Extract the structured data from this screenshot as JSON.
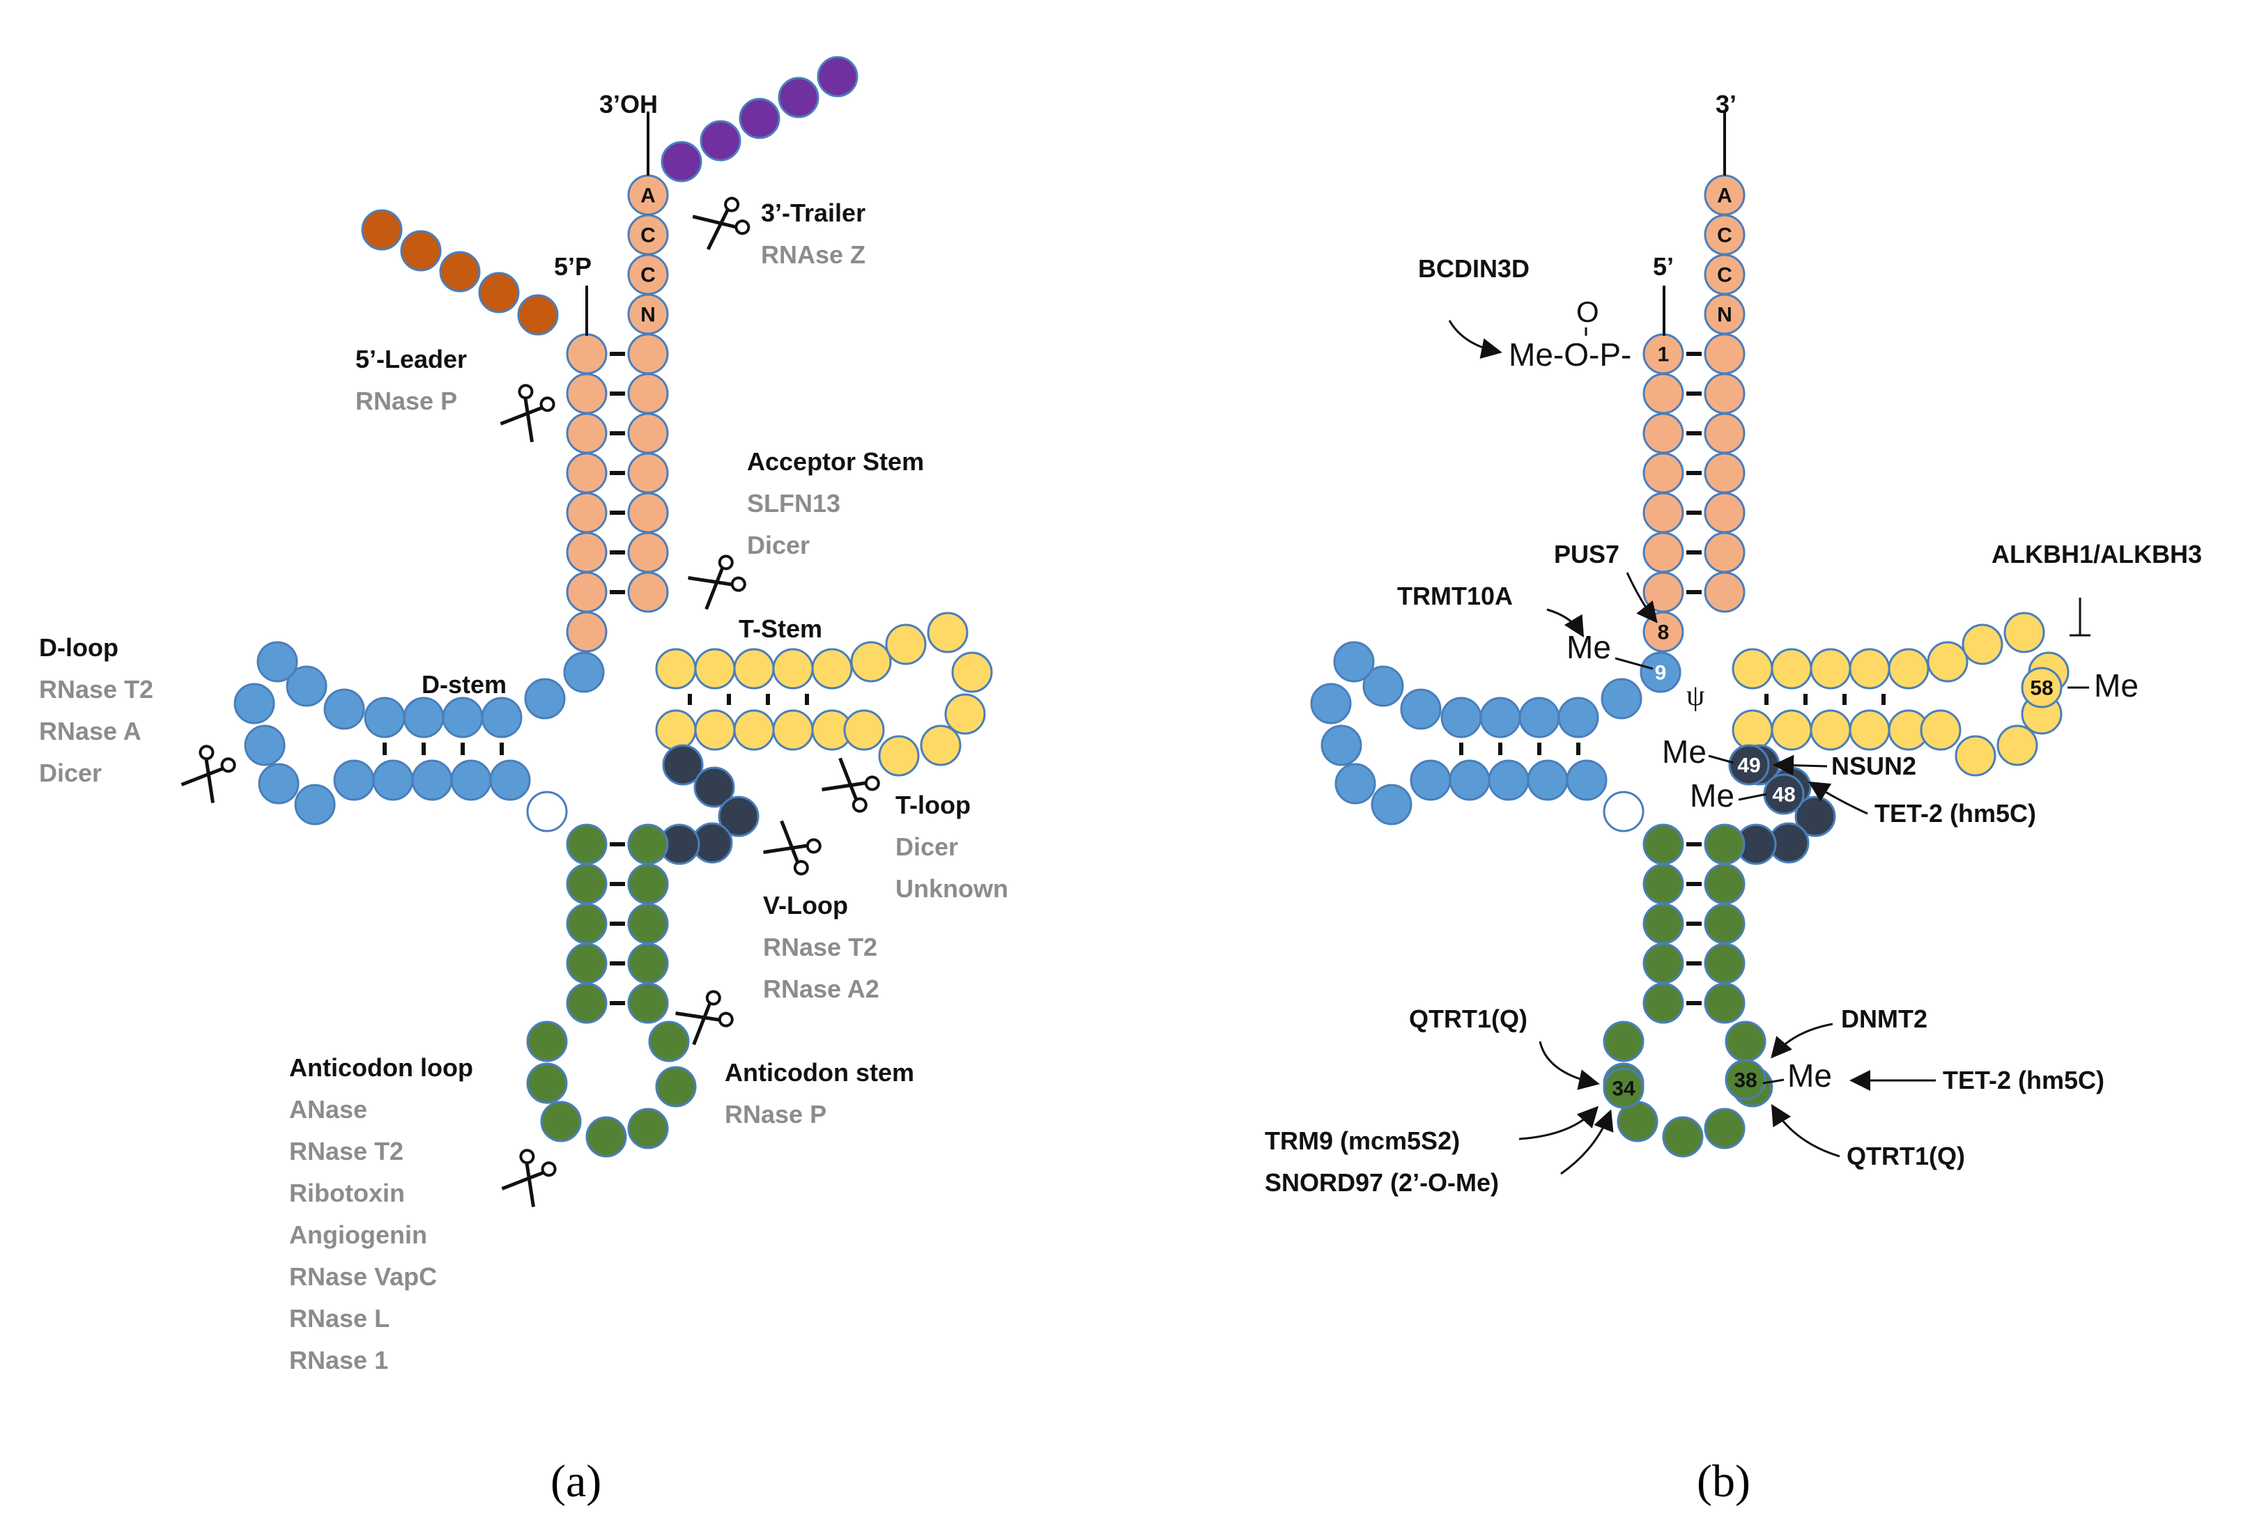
{
  "colors": {
    "acceptor": "#F4AE84",
    "dstem": "#5B9BD5",
    "tstem": "#FFD966",
    "anticodon": "#548235",
    "vloop": "#333F50",
    "leader": "#C55A11",
    "trailer": "#7030A0",
    "outline": "#4A7EBB",
    "label_black": "#111111",
    "label_grey": "#8C8C8C"
  },
  "panel_a": {
    "caption": "(a)",
    "end_3": "3’OH",
    "end_5": "5’P",
    "cca": [
      "A",
      "C",
      "C",
      "N"
    ],
    "regions": {
      "trailer": {
        "title": "3’-Trailer",
        "enzymes": [
          "RNAse Z"
        ]
      },
      "leader": {
        "title": "5’-Leader",
        "enzymes": [
          "RNase P"
        ]
      },
      "acceptor": {
        "title": "Acceptor Stem",
        "enzymes": [
          "SLFN13",
          "Dicer"
        ]
      },
      "tstem": {
        "title": "T-Stem"
      },
      "dloop": {
        "title": "D-loop",
        "enzymes": [
          "RNase  T2",
          "RNase A",
          "Dicer"
        ]
      },
      "dstem": {
        "title": "D-stem"
      },
      "tloop": {
        "title": "T-loop",
        "enzymes": [
          "Dicer",
          "Unknown"
        ]
      },
      "vloop": {
        "title": "V-Loop",
        "enzymes": [
          "RNase T2",
          "RNase A2"
        ]
      },
      "anticodon_stem": {
        "title": "Anticodon stem",
        "enzymes": [
          "RNase P"
        ]
      },
      "anticodon_loop": {
        "title": "Anticodon loop",
        "enzymes": [
          "ANase",
          "RNase T2",
          "Ribotoxin",
          "Angiogenin",
          "RNase VapC",
          "RNase L",
          "RNase 1"
        ]
      }
    }
  },
  "panel_b": {
    "caption": "(b)",
    "end_3": "3’",
    "end_5": "5’",
    "cca": [
      "A",
      "C",
      "C",
      "N"
    ],
    "positions": {
      "p1": "1",
      "p8": "8",
      "p9": "9",
      "p49": "49",
      "p48": "48",
      "p58": "58",
      "p34": "34",
      "p38": "38"
    },
    "mods": {
      "me_o_p": "Me-O-P-",
      "oxo": "O",
      "me": "Me",
      "psi": "ψ"
    },
    "enzymes": {
      "bcdin3d": "BCDIN3D",
      "pus7": "PUS7",
      "trmt10a": "TRMT10A",
      "alkbh": "ALKBH1/ALKBH3",
      "nsun2": "NSUN2",
      "tet2_a": "TET-2 (hm5C)",
      "qtrt1_a": "QTRT1(Q)",
      "dnmt2": "DNMT2",
      "tet2_b": "TET-2 (hm5C)",
      "trm9": "TRM9 (mcm5S2)",
      "snord97": "SNORD97 (2’-O-Me)",
      "qtrt1_b": "QTRT1(Q)"
    }
  }
}
